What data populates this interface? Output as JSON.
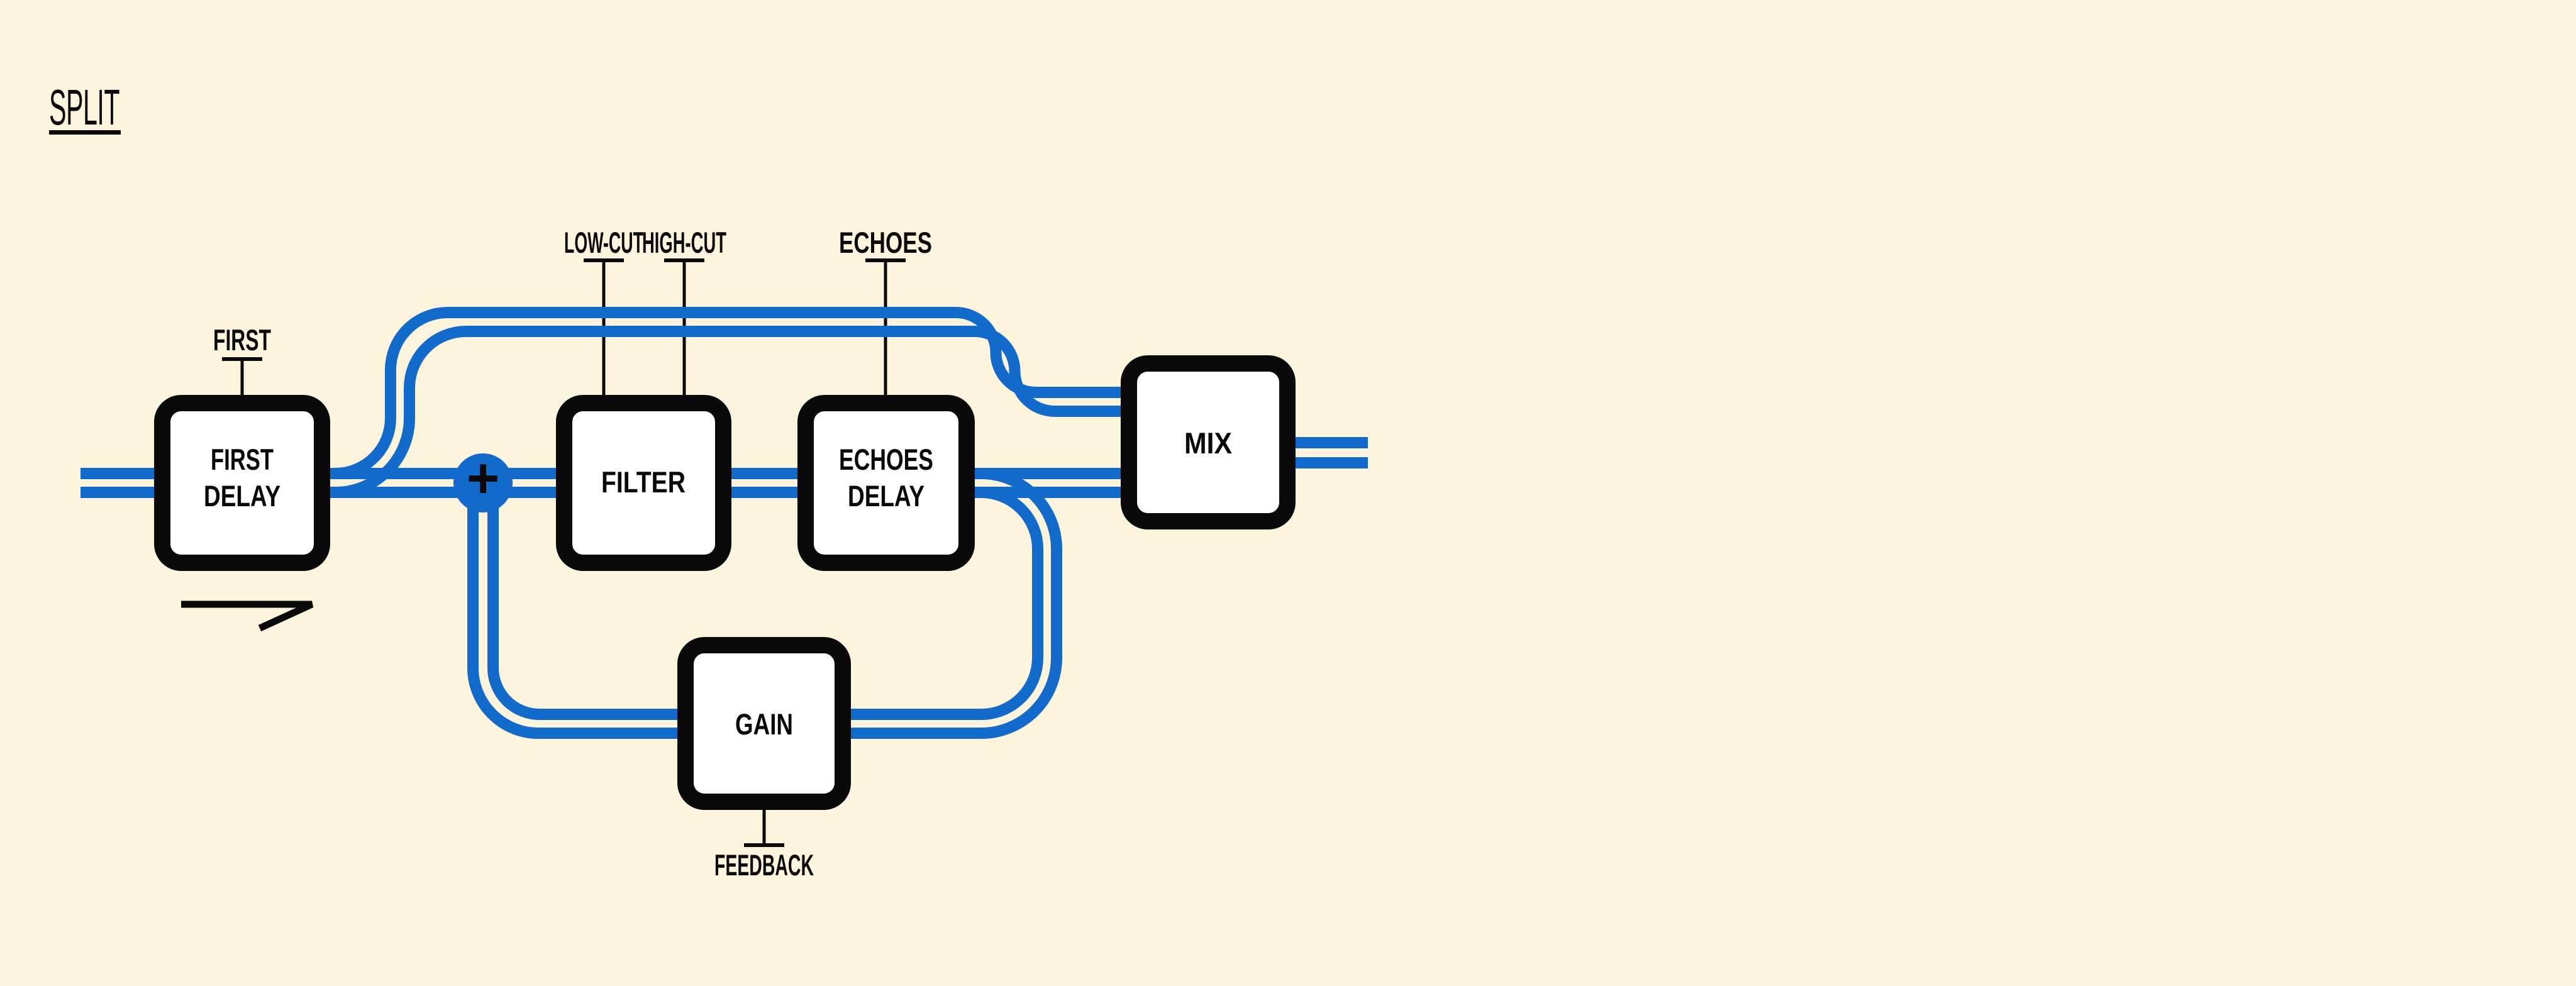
{
  "title": {
    "text": "SPLIT"
  },
  "colors": {
    "background": "#FCF4DC",
    "wire_blue": "#126BCB",
    "ink_black": "#0A0A0A",
    "box_white": "#FFFFFF"
  },
  "blocks": {
    "first_delay": {
      "line1": "FIRST",
      "line2": "DELAY"
    },
    "filter": {
      "label": "FILTER"
    },
    "echoes_delay": {
      "line1": "ECHOES",
      "line2": "DELAY"
    },
    "gain": {
      "label": "GAIN"
    },
    "mix": {
      "label": "MIX"
    }
  },
  "params": {
    "first": {
      "label": "FIRST"
    },
    "low_cut": {
      "label": "LOW-CUT"
    },
    "high_cut": {
      "label": "HIGH-CUT"
    },
    "echoes": {
      "label": "ECHOES"
    },
    "feedback": {
      "label": "FEEDBACK"
    }
  },
  "sum_node": {
    "symbol": "+"
  }
}
